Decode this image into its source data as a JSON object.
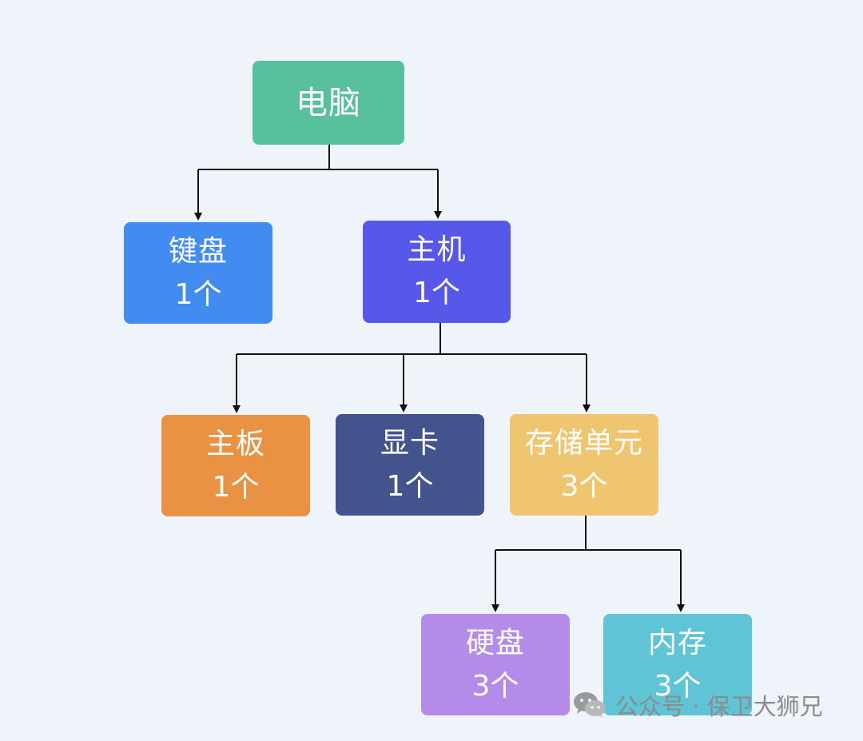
{
  "diagram": {
    "nodes": {
      "root": {
        "label": "电脑",
        "count": "",
        "color": "#58c09d"
      },
      "keyboard": {
        "label": "键盘",
        "count": "1个",
        "color": "#428bf0"
      },
      "host": {
        "label": "主机",
        "count": "1个",
        "color": "#5757ea"
      },
      "board": {
        "label": "主板",
        "count": "1个",
        "color": "#e99244"
      },
      "gpu": {
        "label": "显卡",
        "count": "1个",
        "color": "#43538e"
      },
      "storage": {
        "label": "存储单元",
        "count": "3个",
        "color": "#efc56f"
      },
      "hdd": {
        "label": "硬盘",
        "count": "3个",
        "color": "#b48be8"
      },
      "ram": {
        "label": "内存",
        "count": "3个",
        "color": "#5ec4d6"
      }
    },
    "edges": [
      {
        "from": "root",
        "to": "keyboard"
      },
      {
        "from": "root",
        "to": "host"
      },
      {
        "from": "host",
        "to": "board"
      },
      {
        "from": "host",
        "to": "gpu"
      },
      {
        "from": "host",
        "to": "storage"
      },
      {
        "from": "storage",
        "to": "hdd"
      },
      {
        "from": "storage",
        "to": "ram"
      }
    ],
    "line_color": "#111111"
  },
  "watermark": {
    "icon": "wechat-icon",
    "text": "公众号 · 保卫大狮兄"
  }
}
